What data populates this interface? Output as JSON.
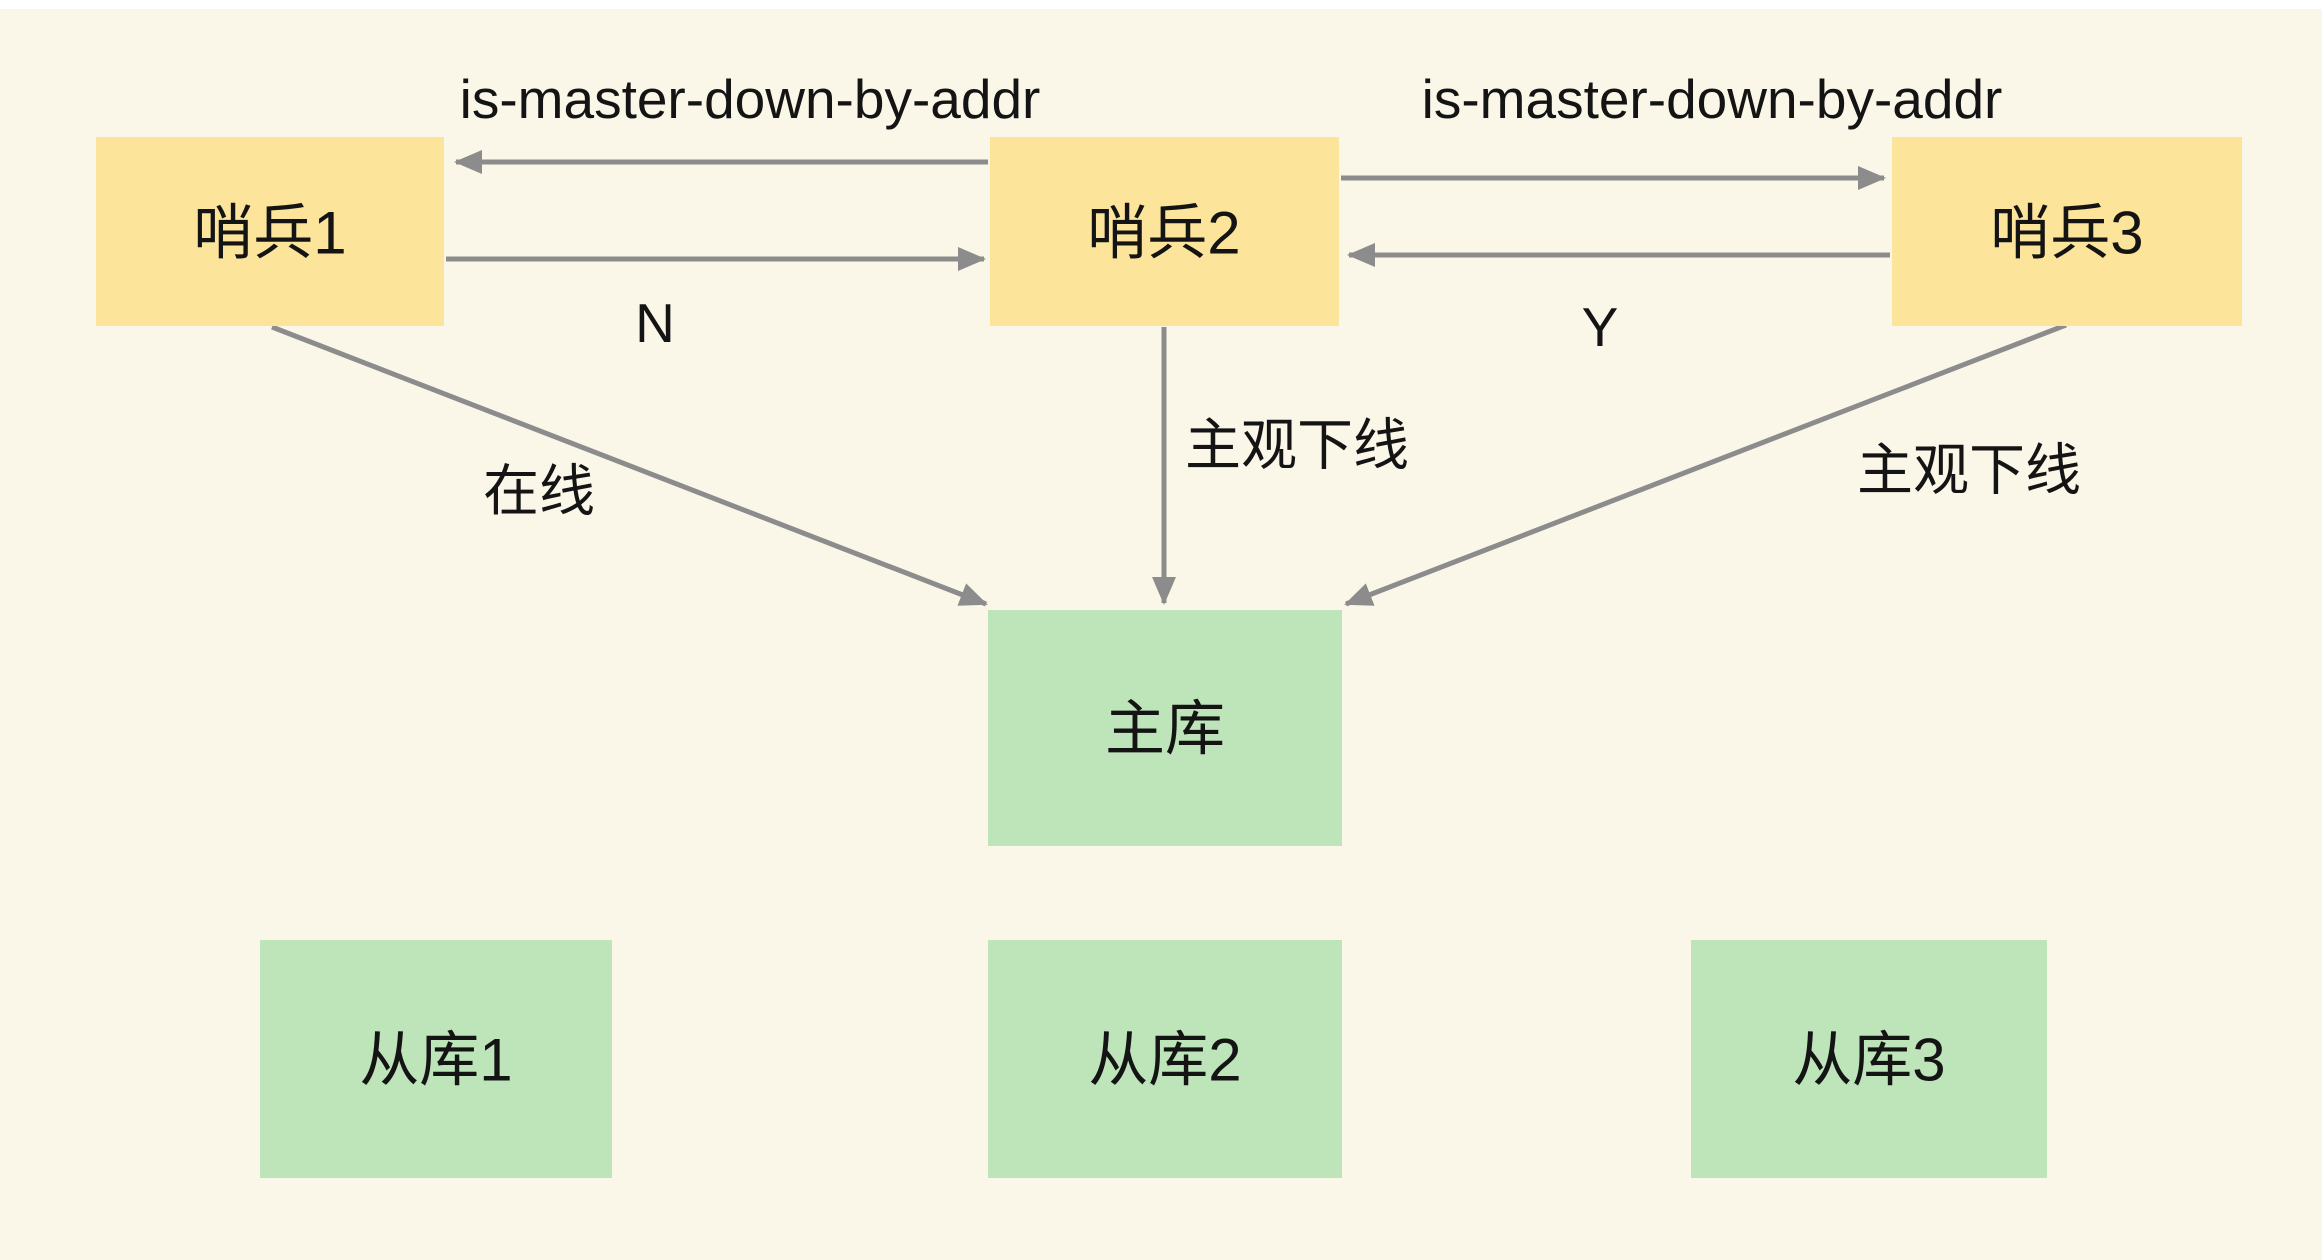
{
  "diagram": {
    "title_hint": "Redis sentinel subjective-down voting diagram",
    "colors": {
      "background": "#FAF6E8",
      "top_strip": "#FFFFFF",
      "sentinel_fill": "#FCE49B",
      "db_fill": "#BEE4BA",
      "arrow": "#8C8C8C",
      "text": "#141414"
    },
    "nodes": {
      "sentinel1": {
        "label": "哨兵1"
      },
      "sentinel2": {
        "label": "哨兵2"
      },
      "sentinel3": {
        "label": "哨兵3"
      },
      "master": {
        "label": "主库"
      },
      "slave1": {
        "label": "从库1"
      },
      "slave2": {
        "label": "从库2"
      },
      "slave3": {
        "label": "从库3"
      }
    },
    "edge_labels": {
      "protocol_left": "is-master-down-by-addr",
      "protocol_right": "is-master-down-by-addr",
      "vote_left": "N",
      "vote_right": "Y",
      "online": "在线",
      "sdown_middle": "主观下线",
      "sdown_right": "主观下线"
    }
  }
}
